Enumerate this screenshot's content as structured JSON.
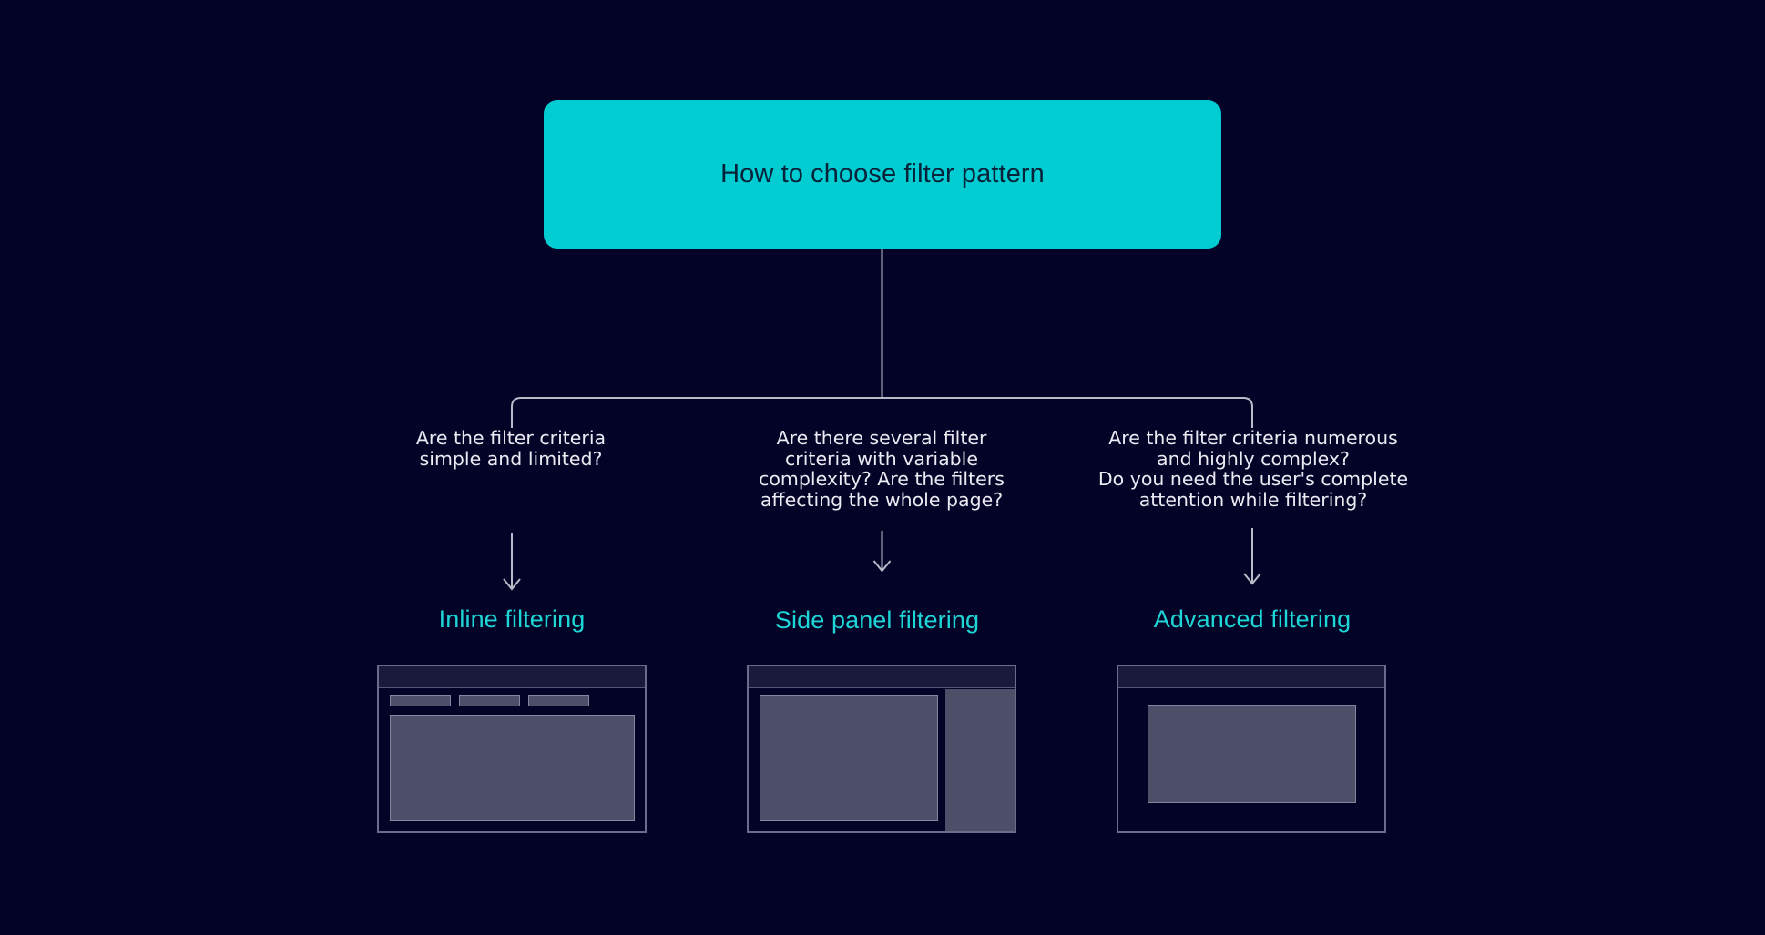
{
  "page": {
    "background_color": "#030327",
    "accent_color": "#00ccd2",
    "result_text_color": "#1ed6d6",
    "question_text_color": "#e9eaf2",
    "connector_color": "#b9bbc9",
    "mockup_frame_color": "#6a6c8c",
    "mockup_fill_color": "#4d4f69",
    "mockup_header_color": "#1a1b3c"
  },
  "root": {
    "title": "How to choose filter pattern"
  },
  "branches": [
    {
      "id": "inline",
      "question_lines": [
        "Are the filter criteria",
        "simple and limited?"
      ],
      "result_label": "Inline filtering",
      "mockup_name": "inline-filtering-mockup"
    },
    {
      "id": "side-panel",
      "question_lines": [
        "Are there several filter",
        "criteria with variable",
        "complexity? Are the filters",
        "affecting the whole page?"
      ],
      "result_label": "Side panel filtering",
      "mockup_name": "side-panel-filtering-mockup"
    },
    {
      "id": "advanced",
      "question_lines": [
        "Are the filter criteria numerous",
        "and highly complex?",
        "Do you need the user's complete",
        "attention while filtering?"
      ],
      "result_label": "Advanced filtering",
      "mockup_name": "advanced-filtering-mockup"
    }
  ]
}
